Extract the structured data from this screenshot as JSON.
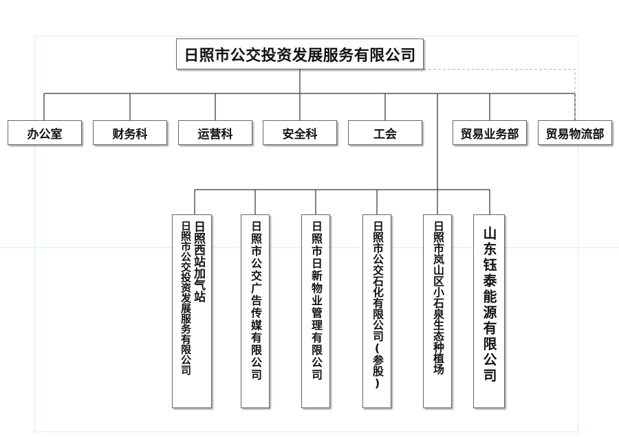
{
  "root": {
    "title": "日照市公交投资发展服务有限公司"
  },
  "departments": [
    {
      "label": "办公室"
    },
    {
      "label": "财务科"
    },
    {
      "label": "运营科"
    },
    {
      "label": "安全科"
    },
    {
      "label": "工会"
    },
    {
      "label": "贸易业务部"
    },
    {
      "label": "贸易物流部"
    }
  ],
  "subsidiaries": [
    {
      "line1": "日照市公交投资发展服务有限公司",
      "line2": "日照西站加气站"
    },
    {
      "line1": "日照市公交广告传媒有限公司"
    },
    {
      "line1": "日照市日新物业管理有限公司"
    },
    {
      "line1": "日照市公交石化有限公司(参股)"
    },
    {
      "line1": "日照市岚山区小石泉生态种植场"
    },
    {
      "line1": "山东钰泰能源有限公司"
    }
  ],
  "colors": {
    "line": "#555555",
    "dashed_line": "#bbbbbb",
    "guide": "#d6eef8",
    "box_border": "#666666"
  }
}
